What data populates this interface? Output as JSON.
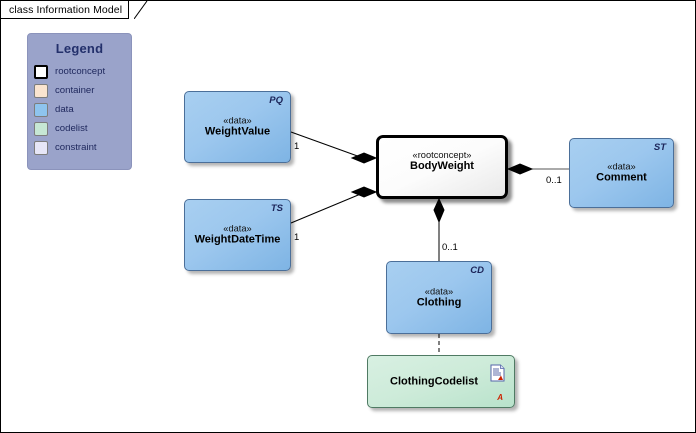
{
  "frame": {
    "label": "class Information Model"
  },
  "legend": {
    "title": "Legend",
    "items": [
      {
        "label": "rootconcept",
        "color": "#ffffff",
        "border": "#000000",
        "style": "thick"
      },
      {
        "label": "container",
        "color": "#fae4d0",
        "border": "#7d7d7d",
        "style": "thin"
      },
      {
        "label": "data",
        "color": "#8ec4ee",
        "border": "#7d7d7d",
        "style": "thin"
      },
      {
        "label": "codelist",
        "color": "#c6e7d4",
        "border": "#7d7d7d",
        "style": "thin"
      },
      {
        "label": "constraint",
        "color": "#e6e6f7",
        "border": "#7d7d7d",
        "style": "thin"
      }
    ],
    "background": "#9aa3ca",
    "text_color": "#20295e"
  },
  "classes": {
    "weightvalue": {
      "stereotype": "«data»",
      "name": "WeightValue",
      "type_code": "PQ",
      "kind": "data"
    },
    "weightdatetime": {
      "stereotype": "«data»",
      "name": "WeightDateTime",
      "type_code": "TS",
      "kind": "data"
    },
    "bodyweight": {
      "stereotype": "«rootconcept»",
      "name": "BodyWeight",
      "type_code": "",
      "kind": "rootconcept"
    },
    "comment": {
      "stereotype": "«data»",
      "name": "Comment",
      "type_code": "ST",
      "kind": "data"
    },
    "clothing": {
      "stereotype": "«data»",
      "name": "Clothing",
      "type_code": "CD",
      "kind": "data"
    },
    "clothingcodelist": {
      "stereotype": "",
      "name": "ClothingCodelist",
      "type_code": "",
      "kind": "codelist",
      "marker": "A",
      "icon": "document-icon"
    }
  },
  "connectors": {
    "weightvalue_to_bodyweight": {
      "multiplicity": "1",
      "relation": "composition"
    },
    "weightdatetime_to_bodyweight": {
      "multiplicity": "1",
      "relation": "composition"
    },
    "bodyweight_to_comment": {
      "multiplicity": "0..1",
      "relation": "composition"
    },
    "bodyweight_to_clothing": {
      "multiplicity": "0..1",
      "relation": "composition"
    },
    "clothing_to_clothingcodelist": {
      "multiplicity": "",
      "relation": "dependency-dashed"
    }
  },
  "colors": {
    "data_fill": "#9cc7ee",
    "codelist_fill": "#cdebd9",
    "root_fill": "#ffffff",
    "legend_fill": "#9aa3ca",
    "line": "#000000",
    "marker_red": "#cc2200"
  }
}
